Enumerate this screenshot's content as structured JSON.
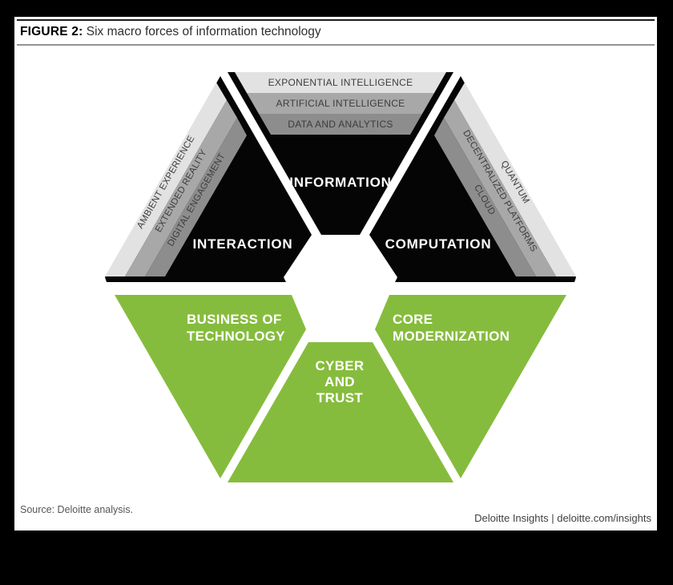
{
  "header": {
    "figure_label": "FIGURE 2:",
    "figure_title": " Six macro forces of information technology"
  },
  "diagram": {
    "top_sectors": [
      {
        "id": "interaction",
        "label": "INTERACTION",
        "bands": [
          "AMBIENT EXPERIENCE",
          "EXTENDED REALITY",
          "DIGITAL ENGAGEMENT"
        ]
      },
      {
        "id": "information",
        "label": "INFORMATION",
        "bands": [
          "EXPONENTIAL INTELLIGENCE",
          "ARTIFICIAL INTELLIGENCE",
          "DATA AND ANALYTICS"
        ]
      },
      {
        "id": "computation",
        "label": "COMPUTATION",
        "bands": [
          "QUANTUM",
          "DECENTRALIZED PLATFORMS",
          "CLOUD"
        ]
      }
    ],
    "bottom_sectors": [
      {
        "id": "business-of-technology",
        "line1": "BUSINESS OF",
        "line2": "TECHNOLOGY"
      },
      {
        "id": "cyber-and-trust",
        "line1": "CYBER",
        "line2": "AND",
        "line3": "TRUST"
      },
      {
        "id": "core-modernization",
        "line1": "CORE",
        "line2": "MODERNIZATION"
      }
    ]
  },
  "footer": {
    "source": "Source: Deloitte analysis.",
    "branding": "Deloitte Insights | deloitte.com/insights"
  },
  "colors": {
    "green": "#86bc3d",
    "black": "#050505",
    "band_light": "#e2e2e2",
    "band_mid": "#a8a8a8",
    "band_dark": "#8d8d8d",
    "band_text": "#3c3c3c",
    "white_label": "#ffffff"
  }
}
